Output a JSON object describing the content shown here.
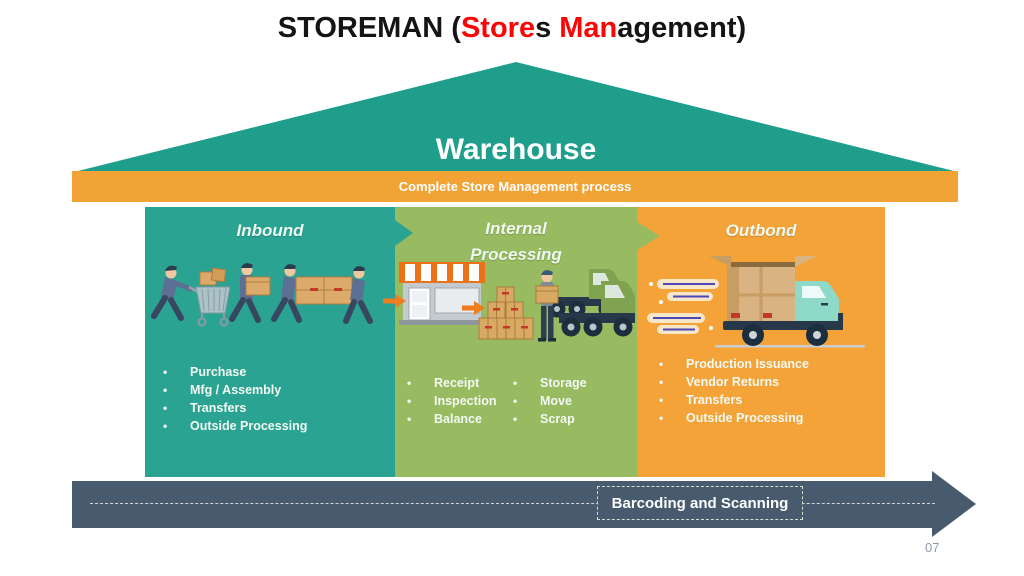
{
  "slide": {
    "title": {
      "seg1": "STOREMAN (",
      "seg2": "Store",
      "seg3": "s ",
      "seg4": "Man",
      "seg5": "agement)"
    },
    "roof": {
      "label": "Warehouse"
    },
    "banner": {
      "label": "Complete Store Management process"
    },
    "panels": {
      "inbound": {
        "title": "Inbound",
        "items": [
          "Purchase",
          "Mfg / Assembly",
          "Transfers",
          "Outside Processing"
        ]
      },
      "internal": {
        "title": "Internal Processing",
        "col1": [
          "Receipt",
          "Inspection",
          "Balance"
        ],
        "col2": [
          "Storage",
          "Move",
          "Scrap"
        ]
      },
      "outbond": {
        "title": "Outbond",
        "items": [
          "Production Issuance",
          "Vendor Returns",
          "Transfers",
          "Outside Processing"
        ]
      }
    },
    "bottom_arrow": {
      "label": "Barcoding and Scanning"
    },
    "page_number": "07"
  },
  "colors": {
    "teal_roof": "#1f9e8c",
    "teal_panel": "#2aa392",
    "green_panel": "#98ba60",
    "orange_banner": "#f2a336",
    "orange_panel": "#f3a338",
    "slate_arrow": "#475a6e",
    "title_red": "#fb0505",
    "flow_arrow_orange": "#ee7d20"
  },
  "icons": {
    "inbound-workers-illustration": "flat workers pushing cart and carrying boxes",
    "store-icon": "shop with striped awning",
    "boxes-stack-icon": "pyramid of cardboard boxes",
    "warehouse-worker-icon": "worker holding a box",
    "green-trucks-icon": "two green flatbed trucks",
    "delivery-truck-icon": "speeding truck carrying open carton",
    "flow-arrow-icon": "small orange right arrow",
    "process-arrow-icon": "large slate right arrow"
  }
}
